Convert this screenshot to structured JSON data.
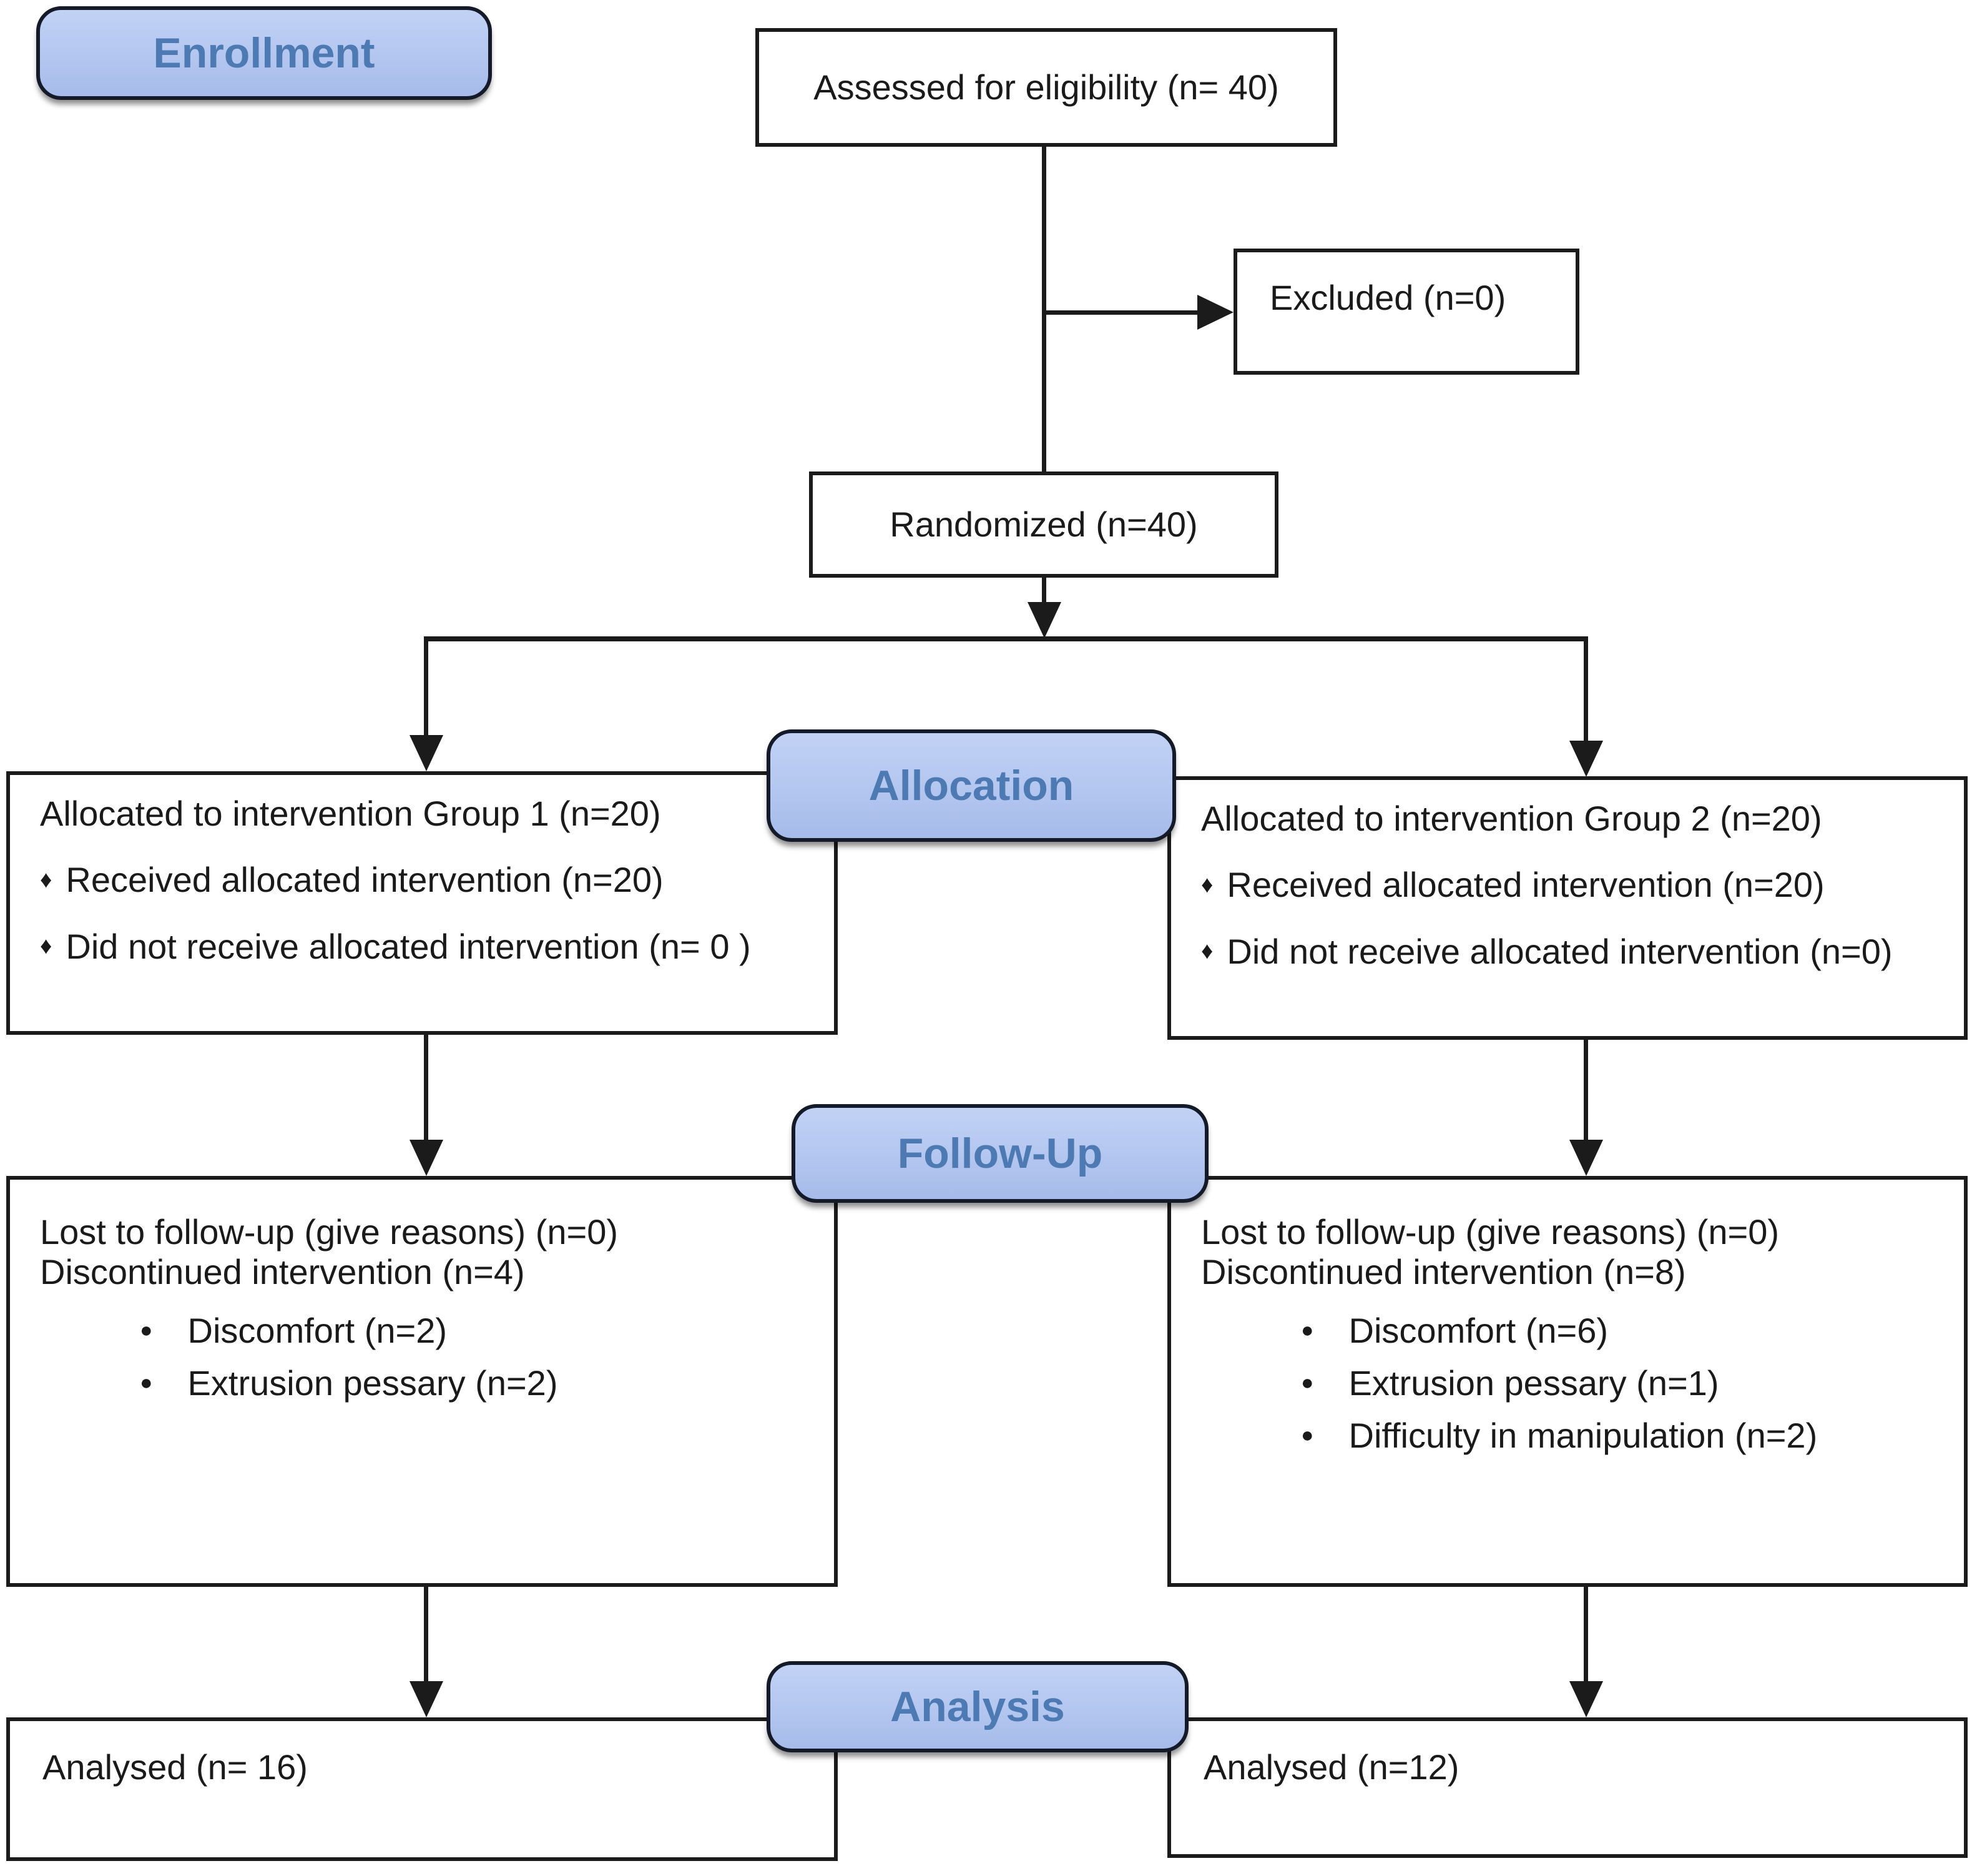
{
  "diagram": {
    "title": "CONSORT participant flow diagram",
    "glyphs": {
      "diamond": "♦",
      "round": "●"
    },
    "colors": {
      "background": "#ffffff",
      "box_border": "#1b1b1b",
      "line": "#1b1b1b",
      "text": "#1a1a1a",
      "stage_fill": "#b3c6ef",
      "stage_border": "#141a28",
      "stage_text": "#4d7ab2"
    },
    "stages": {
      "enrollment": "Enrollment",
      "allocation": "Allocation",
      "followup": "Follow-Up",
      "analysis": "Analysis"
    },
    "boxes": {
      "assessed": {
        "text": "Assessed for eligibility (n= 40)"
      },
      "excluded": {
        "text": "Excluded (n=0)"
      },
      "randomized": {
        "text": "Randomized (n=40)"
      },
      "alloc_group1": {
        "title": "Allocated to intervention Group 1 (n=20)",
        "bullets": [
          "Received allocated intervention (n=20)",
          "Did not receive allocated intervention (n= 0 )"
        ]
      },
      "alloc_group2": {
        "title": "Allocated to intervention Group 2 (n=20)",
        "bullets": [
          "Received allocated intervention (n=20)",
          "Did not receive allocated intervention (n=0)"
        ]
      },
      "followup_group1": {
        "line1": "Lost to follow-up (give reasons) (n=0)",
        "line2": "Discontinued intervention (n=4)",
        "bullets": [
          "Discomfort (n=2)",
          "Extrusion pessary (n=2)"
        ]
      },
      "followup_group2": {
        "line1": "Lost to follow-up (give reasons) (n=0)",
        "line2": "Discontinued intervention (n=8)",
        "bullets": [
          "Discomfort (n=6)",
          "Extrusion pessary (n=1)",
          "Difficulty in manipulation (n=2)"
        ]
      },
      "analysis_group1": {
        "text": "Analysed (n= 16)"
      },
      "analysis_group2": {
        "text": "Analysed (n=12)"
      }
    }
  }
}
